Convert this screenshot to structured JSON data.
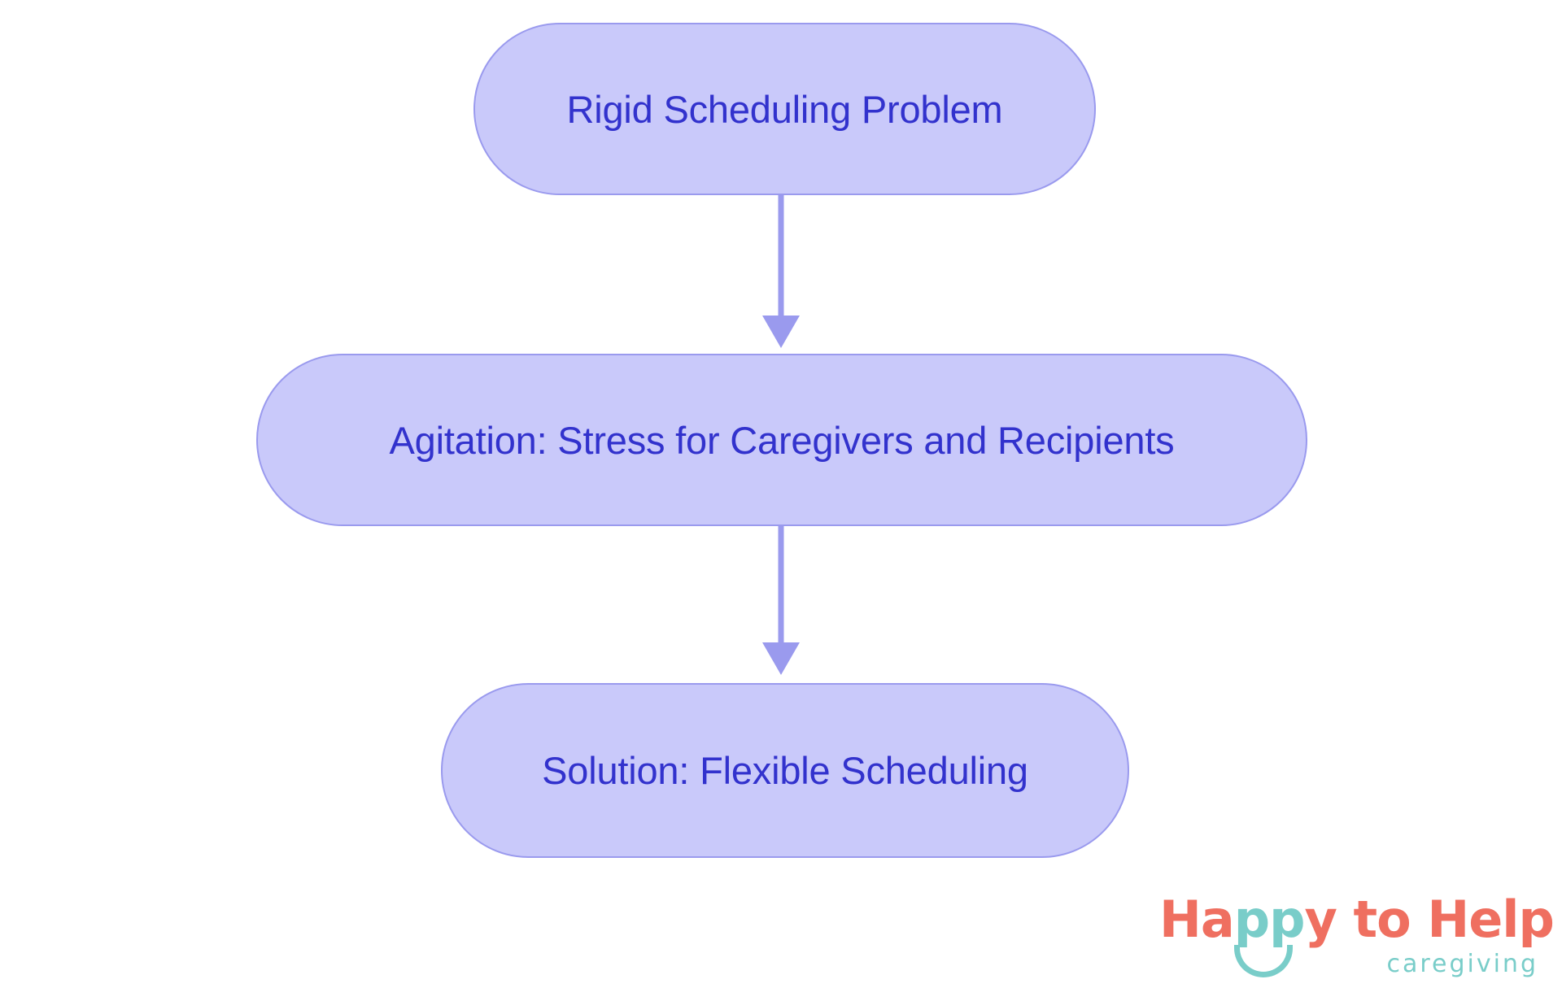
{
  "diagram": {
    "type": "flowchart",
    "orientation": "top-to-bottom",
    "background_color": "#ffffff",
    "node_fill_color": "#c9c9fa",
    "node_border_color": "#9a9aee",
    "node_text_color": "#3232cd",
    "connector_color": "#9a9aee",
    "nodes": [
      {
        "id": "node-1",
        "label": "Rigid Scheduling Problem"
      },
      {
        "id": "node-2",
        "label": "Agitation: Stress for Caregivers and Recipients"
      },
      {
        "id": "node-3",
        "label": "Solution: Flexible Scheduling"
      }
    ],
    "edges": [
      {
        "from": "node-1",
        "to": "node-2",
        "arrow": "down-arrow"
      },
      {
        "from": "node-2",
        "to": "node-3",
        "arrow": "down-arrow"
      }
    ]
  },
  "logo": {
    "word_part_1": "Ha",
    "word_part_2": "pp",
    "word_part_3": "y to Help",
    "tagline": "caregiving",
    "coral_color": "#ef6f60",
    "teal_color": "#79cdc9"
  }
}
